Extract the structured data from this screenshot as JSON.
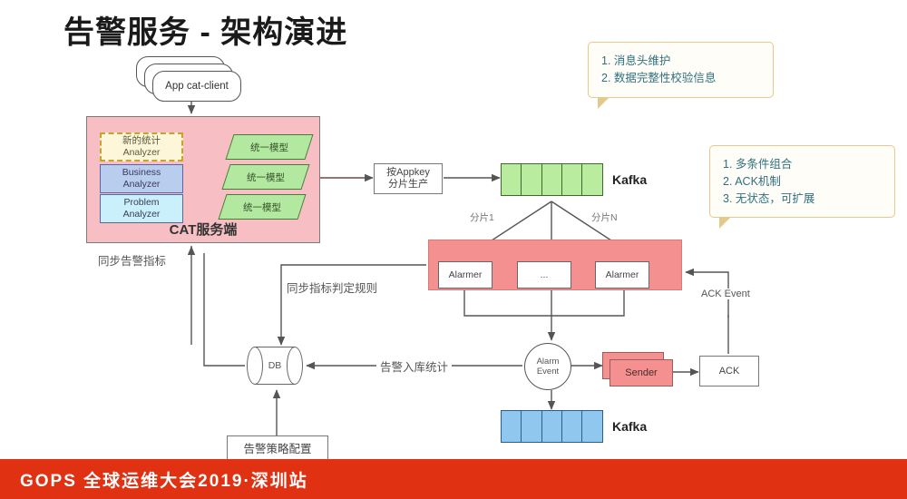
{
  "slide": {
    "title": "告警服务 - 架构演进",
    "background": "#ffffff"
  },
  "colors": {
    "cat_server_bg": "#f7bfc4",
    "alarmer_band_bg": "#f4908f",
    "unified_model_green": "#b3e8a0",
    "kafka_green": "#b9ec9e",
    "kafka_blue": "#8fc7ef",
    "business_blue": "#b9cdef",
    "problem_cyan": "#c9f0fb",
    "new_stat_yellow": "#fdf6d8",
    "callout_border": "#e3c98a",
    "callout_text": "#2f6f7f",
    "footer_red": "#e03112"
  },
  "client": {
    "label": "App cat-client"
  },
  "cat_server": {
    "label": "CAT服务端",
    "analyzers": [
      {
        "title": "新的统计",
        "subtitle": "Analyzer",
        "style": "dashed-yellow"
      },
      {
        "title": "Business",
        "subtitle": "Analyzer",
        "style": "blue"
      },
      {
        "title": "Problem",
        "subtitle": "Analyzer",
        "style": "cyan"
      }
    ],
    "models": [
      {
        "label": "统一模型"
      },
      {
        "label": "统一模型"
      },
      {
        "label": "统一模型"
      }
    ]
  },
  "producer": {
    "line1": "按Appkey",
    "line2": "分片生产"
  },
  "kafka_top": {
    "label": "Kafka",
    "partitions": 5,
    "color": "#b9ec9e"
  },
  "kafka_bottom": {
    "label": "Kafka",
    "partitions": 5,
    "color": "#8fc7ef"
  },
  "shard_labels": {
    "first": "分片1",
    "last": "分片N"
  },
  "alarmer": {
    "left_label": "Alarmer",
    "middle_label": "...",
    "right_label": "Alarmer"
  },
  "db": {
    "label": "DB"
  },
  "alarm_event": {
    "line1": "Alarm",
    "line2": "Event"
  },
  "sender": {
    "label": "Sender"
  },
  "ack": {
    "label": "ACK"
  },
  "policy_config": {
    "label": "告警策略配置"
  },
  "wire_labels": {
    "sync_alarm_metrics": "同步告警指标",
    "sync_metric_rules": "同步指标判定规则",
    "alarm_db_stats": "告警入库统计",
    "ack_event": "ACK Event"
  },
  "callouts": [
    {
      "id": "callout-top",
      "lines": [
        "1. 消息头维护",
        "2. 数据完整性校验信息"
      ]
    },
    {
      "id": "callout-right",
      "lines": [
        "1. 多条件组合",
        "2. ACK机制",
        "3. 无状态，可扩展"
      ]
    }
  ],
  "footer": {
    "text": "GOPS 全球运维大会2019·深圳站"
  }
}
